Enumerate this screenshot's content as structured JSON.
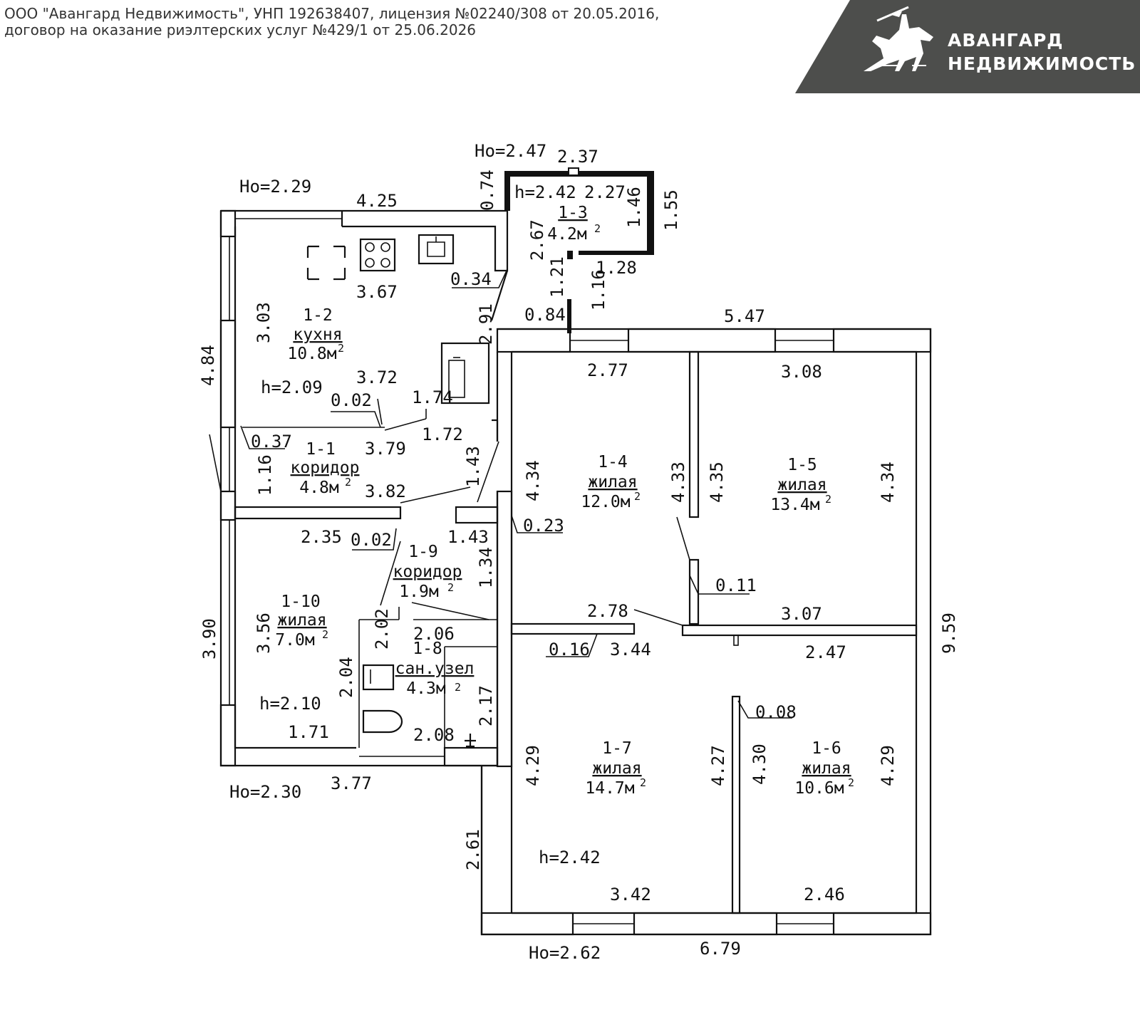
{
  "header": {
    "line1": "ООО \"Авангард Недвижимость\", УНП 192638407, лицензия №02240/308 от 20.05.2016,",
    "line2": "договор на оказание риэлтерских услуг №429/1 от 25.06.2026"
  },
  "logo": {
    "line1": "АВАНГАРД",
    "line2": "НЕДВИЖИМОСТЬ",
    "bg_color": "#4d4e4c",
    "icon": "knight-horse-icon"
  },
  "rooms": [
    {
      "id": "1-1",
      "name": "коридор",
      "area": "4.8м"
    },
    {
      "id": "1-2",
      "name": "кухня",
      "area": "10.8м"
    },
    {
      "id": "1-3",
      "name": "",
      "area": "4.2м"
    },
    {
      "id": "1-4",
      "name": "жилая",
      "area": "12.0м"
    },
    {
      "id": "1-5",
      "name": "жилая",
      "area": "13.4м"
    },
    {
      "id": "1-6",
      "name": "жилая",
      "area": "10.6м"
    },
    {
      "id": "1-7",
      "name": "жилая",
      "area": "14.7м"
    },
    {
      "id": "1-8",
      "name": "сан.узел",
      "area": "4.3м"
    },
    {
      "id": "1-9",
      "name": "коридор",
      "area": "1.9м"
    },
    {
      "id": "1-10",
      "name": "жилая",
      "area": "7.0м"
    }
  ],
  "superscript": "2",
  "heights": {
    "ho_229": "Ho=2.29",
    "ho_247": "Ho=2.47",
    "ho_230": "Ho=2.30",
    "ho_262": "Ho=2.62",
    "h_242_top": "h=2.42",
    "h_209": "h=2.09",
    "h_210": "h=2.10",
    "h_242_bottom": "h=2.42"
  },
  "dims": {
    "d425": "4.25",
    "d237": "2.37",
    "d074": "0.74",
    "d227": "2.27",
    "d146": "1.46",
    "d155": "1.55",
    "d267": "2.67",
    "d034": "0.34",
    "d367": "3.67",
    "d121": "1.21",
    "d128": "1.28",
    "d116a": "1.16",
    "d084": "0.84",
    "d547": "5.47",
    "d291": "2.91",
    "d303": "3.03",
    "d484": "4.84",
    "d372": "3.72",
    "d002a": "0.02",
    "d174": "1.74",
    "d277": "2.77",
    "d308": "3.08",
    "d037": "0.37",
    "d379": "3.79",
    "d172": "1.72",
    "d143a": "1.43",
    "d116b": "1.16",
    "d382": "3.82",
    "d434a": "4.34",
    "d433": "4.33",
    "d435": "4.35",
    "d434b": "4.34",
    "d023": "0.23",
    "d235": "2.35",
    "d002b": "0.02",
    "d143b": "1.43",
    "d134": "1.34",
    "d011": "0.11",
    "d278": "2.78",
    "d307": "3.07",
    "d959": "9.59",
    "d390": "3.90",
    "d356": "3.56",
    "d202": "2.02",
    "d206": "2.06",
    "d016": "0.16",
    "d344": "3.44",
    "d247": "2.47",
    "d204": "2.04",
    "d217": "2.17",
    "d008": "0.08",
    "d171": "1.71",
    "d208": "2.08",
    "d377": "3.77",
    "d429a": "4.29",
    "d427": "4.27",
    "d430": "4.30",
    "d429b": "4.29",
    "d261": "2.61",
    "d342": "3.42",
    "d246": "2.46",
    "d679": "6.79"
  }
}
